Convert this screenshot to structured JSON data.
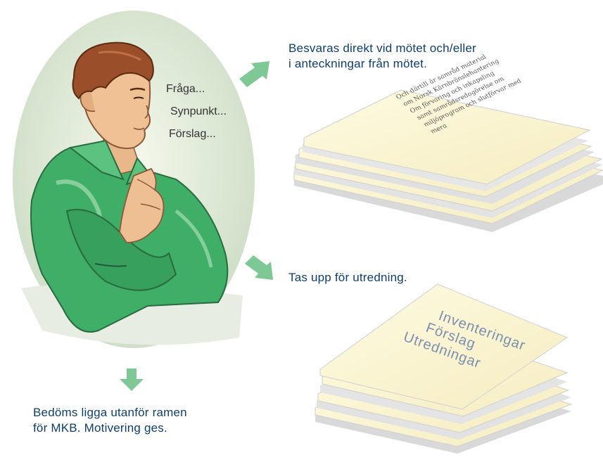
{
  "speech": [
    "Fråga...",
    "Synpunkt...",
    "Förslag..."
  ],
  "outcomes": {
    "answered": [
      "Besvaras direkt vid mötet och/eller",
      "i anteckningar från mötet."
    ],
    "investigated": [
      "Tas upp för utredning."
    ],
    "outside": [
      "Bedöms ligga utanför ramen",
      "för MKB. Motivering ges."
    ]
  },
  "doc_top_text": [
    "Och därtill är samråd material",
    "om Norsk Kärnbränslehantering",
    "Om förvaring och inkapsling",
    "samt samrådsredogörelse om",
    "miljöprogram och slutförvar med",
    "mera"
  ],
  "doc_bottom_labels": [
    "Inventeringar",
    "Förslag",
    "Utredningar"
  ],
  "colors": {
    "text": "#0e3f6e",
    "arrow": "#7ec896",
    "paper": "#fdf7d2",
    "shirt": "#3fae66"
  }
}
